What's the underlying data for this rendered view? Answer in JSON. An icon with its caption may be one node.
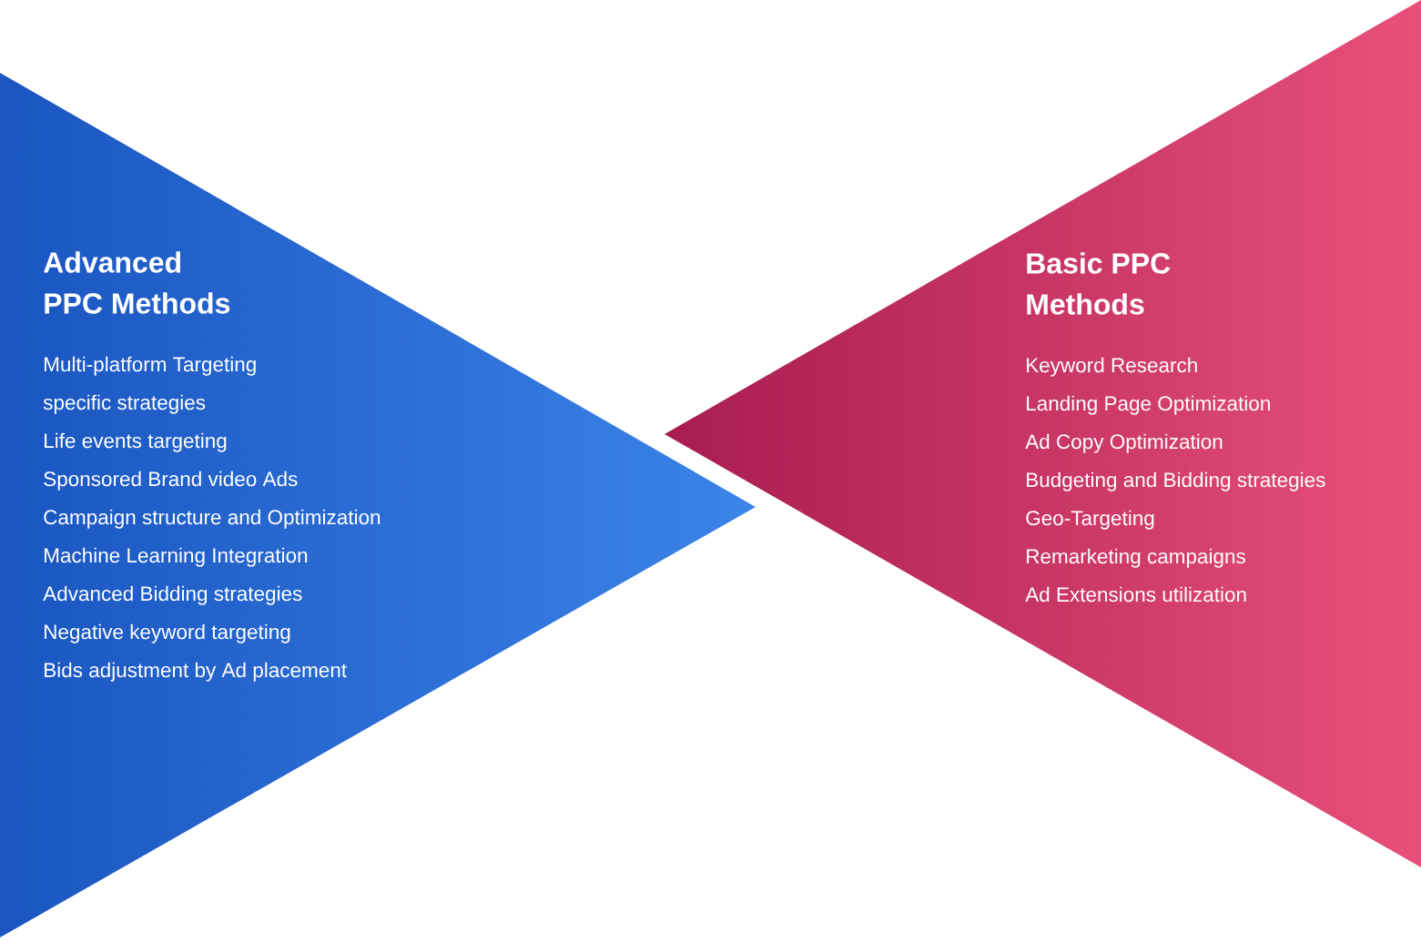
{
  "diagram": {
    "nodes": [
      {
        "text": [
          "Advanced PPC Methods",
          "Multi-platform Targeting",
          "specific strategies",
          "Life events targeting",
          "Sponsored Brand video Ads",
          "Campaign structure and Optimization",
          "Machine Learning Integration",
          "Advanced Bidding strategies",
          "Negative keyword targeting",
          "Bids adjustment by Ad placement"
        ]
      },
      {
        "text": [
          "Basic PPC Methods",
          "Keyword Research",
          "Landing Page Optimization",
          "Ad Copy Optimization",
          "Budgeting and Bidding strategies",
          "Geo-Targeting",
          "Remarketing campaigns",
          "Ad Extensions utilization"
        ]
      }
    ],
    "edges": []
  }
}
